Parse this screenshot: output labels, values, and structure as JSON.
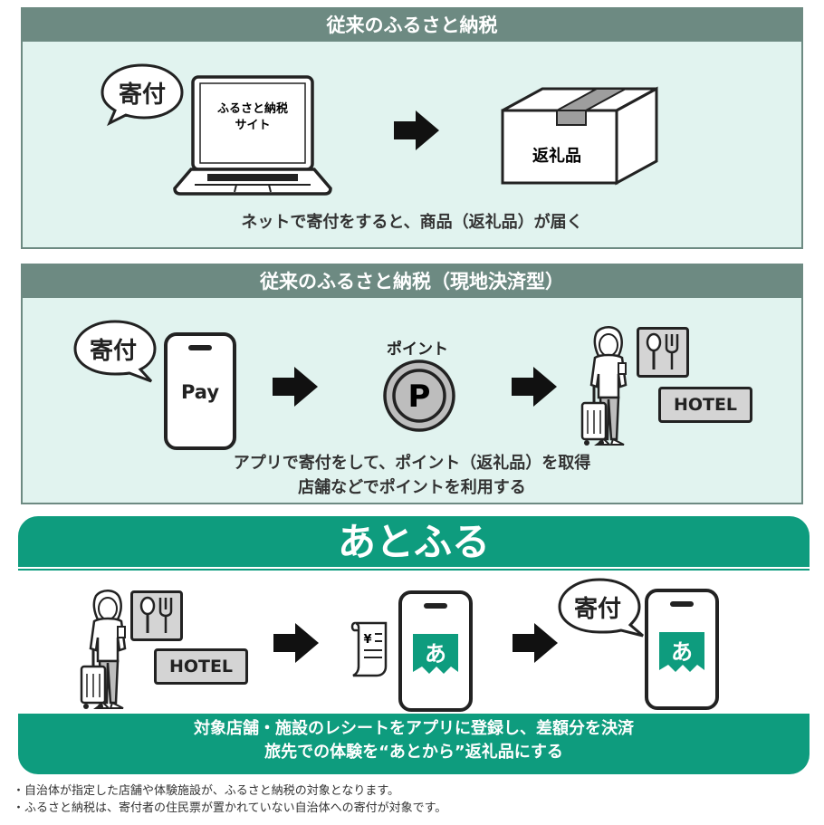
{
  "panel_traditional": {
    "title": "従来のふるさと納税",
    "bubble": "寄付",
    "laptop_screen_line1": "ふるさと納税",
    "laptop_screen_line2": "サイト",
    "box_label": "返礼品",
    "caption": "ネットで寄付をすると、商品（返礼品）が届く"
  },
  "panel_local": {
    "title": "従来のふるさと納税（現地決済型）",
    "bubble": "寄付",
    "phone_label": "Pay",
    "point_label": "ポイント",
    "point_symbol": "P",
    "hotel_label": "HOTEL",
    "caption_line1": "アプリで寄付をして、ポイント（返礼品）を取得",
    "caption_line2": "店舗などでポイントを利用する"
  },
  "panel_atofuru": {
    "title": "あとふる",
    "hotel_label": "HOTEL",
    "receipt_symbol": "¥",
    "app_icon_char": "あ",
    "bubble": "寄付",
    "caption_line1": "対象店舗・施設のレシートをアプリに登録し、差額分を決済",
    "caption_line2": "旅先での体験を“あとから”返礼品にする"
  },
  "notes": [
    "・自治体が指定した店舗や体験施設が、ふるさと納税の対象となります。",
    "・ふるさと納税は、寄付者の住民票が置かれていない自治体への寄付が対象です。"
  ],
  "colors": {
    "panel_bg": "#e1f3ef",
    "panel_header": "#6d8a82",
    "atofuru_green": "#0e9c7e",
    "icon_gray": "#d4d4d4"
  }
}
